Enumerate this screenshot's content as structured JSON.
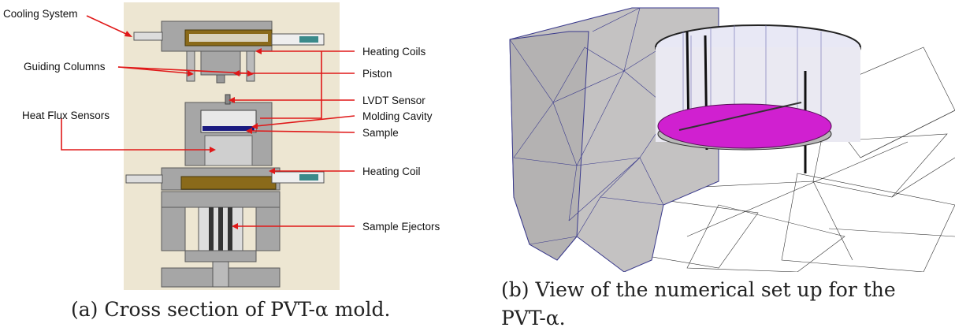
{
  "left_figure": {
    "labels": {
      "cooling_system": "Cooling System",
      "guiding_columns": "Guiding Columns",
      "heat_flux_sensors": "Heat Flux Sensors",
      "heating_coils": "Heating Coils",
      "piston": "Piston",
      "lvdt_sensor": "LVDT Sensor",
      "molding_cavity": "Molding Cavity",
      "sample": "Sample",
      "heating_coil": "Heating Coil",
      "sample_ejectors": "Sample Ejectors"
    },
    "caption": "(a) Cross section of PVT-α mold."
  },
  "right_figure": {
    "caption": "(b) View of the numerical set up for the PVT-α."
  },
  "colors": {
    "arrow": "#e01818",
    "mold_background": "#ede6d2",
    "coil": "#8a6a1a",
    "sample_surface": "#d020d0",
    "mesh_face": "#c4c2c2"
  }
}
